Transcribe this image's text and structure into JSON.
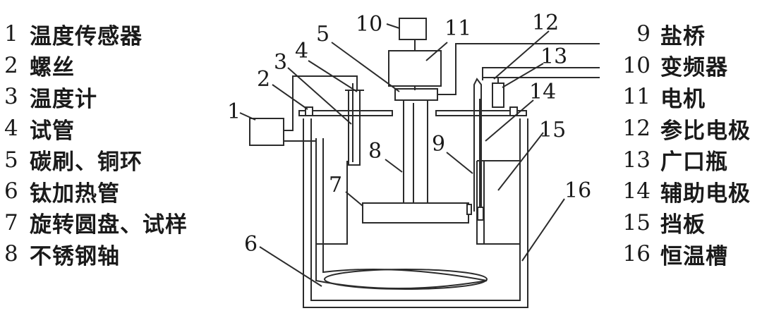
{
  "legend_left": [
    {
      "num": "1",
      "text": "温度传感器"
    },
    {
      "num": "2",
      "text": "螺丝"
    },
    {
      "num": "3",
      "text": "温度计"
    },
    {
      "num": "4",
      "text": "试管"
    },
    {
      "num": "5",
      "text": "碳刷、铜环"
    },
    {
      "num": "6",
      "text": "钛加热管"
    },
    {
      "num": "7",
      "text": "旋转圆盘、试样"
    },
    {
      "num": "8",
      "text": "不锈钢轴"
    }
  ],
  "legend_right": [
    {
      "num": "9",
      "text": "盐桥"
    },
    {
      "num": "10",
      "text": "变频器"
    },
    {
      "num": "11",
      "text": "电机"
    },
    {
      "num": "12",
      "text": "参比电极"
    },
    {
      "num": "13",
      "text": "广口瓶"
    },
    {
      "num": "14",
      "text": "辅助电极"
    },
    {
      "num": "15",
      "text": "挡板"
    },
    {
      "num": "16",
      "text": "恒温槽"
    }
  ],
  "callouts": [
    "1",
    "2",
    "3",
    "4",
    "5",
    "6",
    "7",
    "8",
    "9",
    "10",
    "11",
    "12",
    "13",
    "14",
    "15",
    "16"
  ]
}
